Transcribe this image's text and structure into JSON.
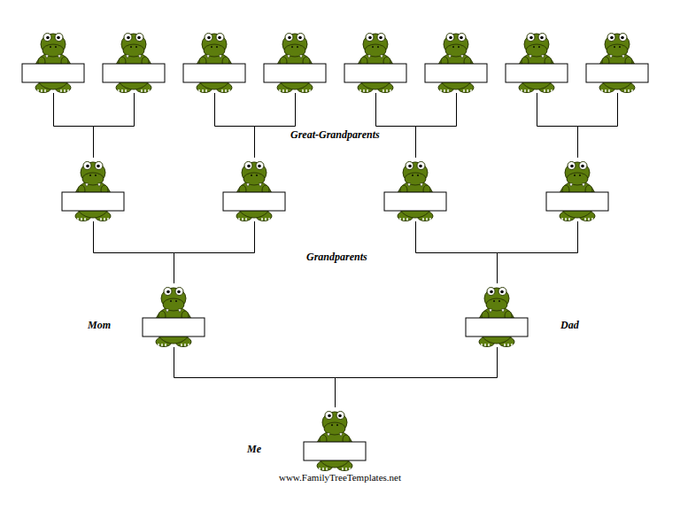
{
  "diagram": {
    "nodes": [
      {
        "text": []
      },
      {
        "text": []
      },
      {
        "text": []
      },
      {
        "text": []
      },
      {
        "text": []
      },
      {
        "text": []
      },
      {
        "text": []
      },
      {
        "text": []
      },
      {
        "text": []
      },
      {
        "text": []
      },
      {
        "text": []
      },
      {
        "text": []
      },
      {
        "text": [
          "Mom"
        ]
      },
      {
        "text": [
          "Dad"
        ]
      },
      {
        "text": [
          "Me"
        ]
      }
    ],
    "edges": [
      {
        "from": 0,
        "to": 8,
        "arrow": "none"
      },
      {
        "from": 1,
        "to": 8,
        "arrow": "none"
      },
      {
        "from": 2,
        "to": 9,
        "arrow": "none"
      },
      {
        "from": 3,
        "to": 9,
        "arrow": "none"
      },
      {
        "from": 4,
        "to": 10,
        "arrow": "none"
      },
      {
        "from": 5,
        "to": 10,
        "arrow": "none"
      },
      {
        "from": 6,
        "to": 11,
        "arrow": "none"
      },
      {
        "from": 7,
        "to": 11,
        "arrow": "none"
      },
      {
        "from": 8,
        "to": 12,
        "arrow": "none"
      },
      {
        "from": 9,
        "to": 12,
        "arrow": "none"
      },
      {
        "from": 10,
        "to": 13,
        "arrow": "none"
      },
      {
        "from": 11,
        "to": 13,
        "arrow": "none"
      },
      {
        "from": 12,
        "to": 14,
        "arrow": "none"
      },
      {
        "from": 13,
        "to": 14,
        "arrow": "none"
      }
    ],
    "labels": [
      "Great-Grandparents",
      "Grandparents",
      "www.FamilyTreeTemplates.net"
    ]
  }
}
